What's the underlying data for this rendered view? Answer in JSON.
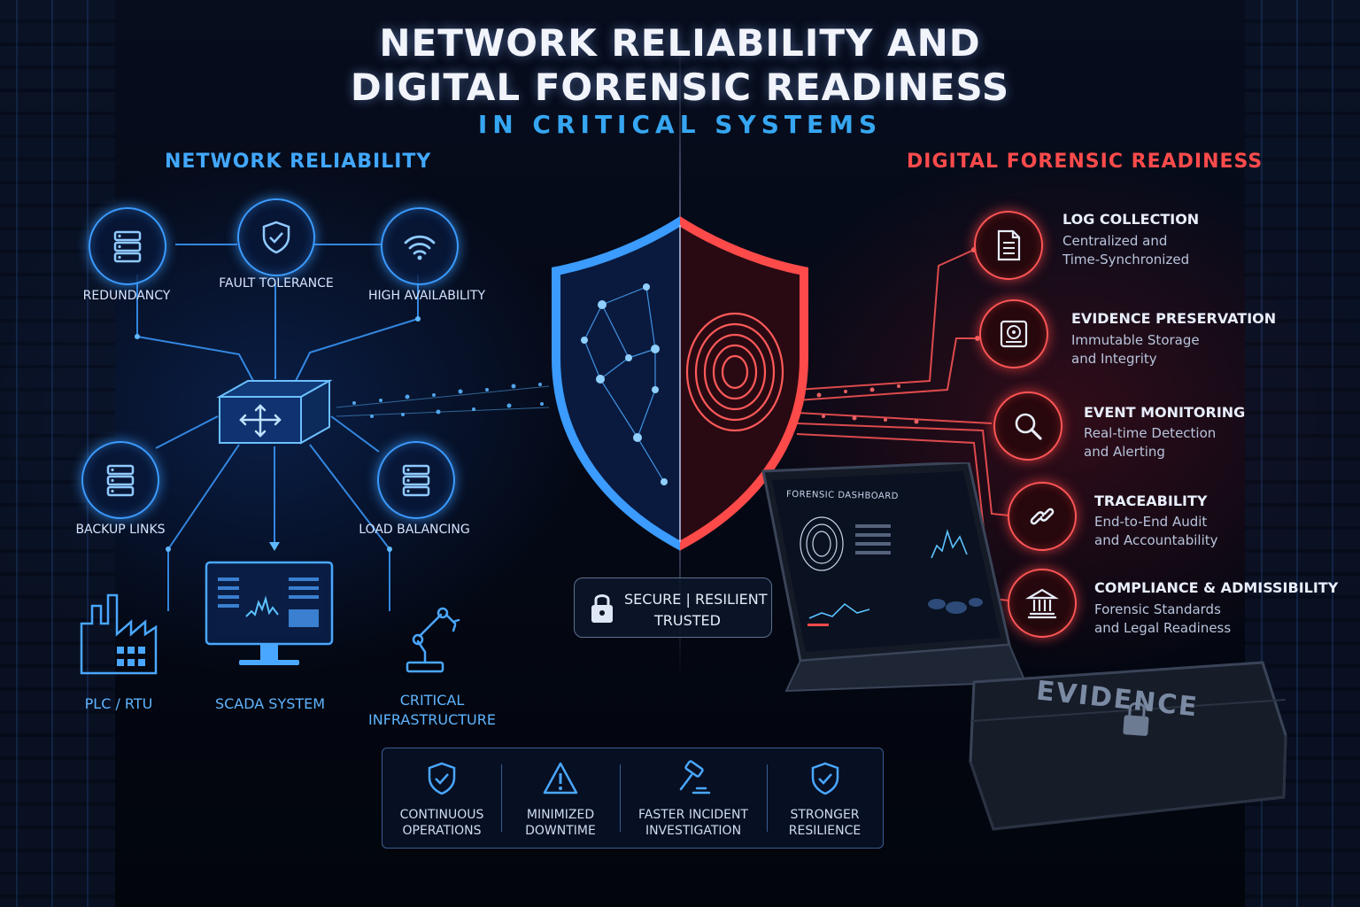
{
  "title": {
    "line1": "NETWORK RELIABILITY AND",
    "line2": "DIGITAL FORENSIC READINESS",
    "subtitle": "IN CRITICAL SYSTEMS"
  },
  "network_reliability": {
    "heading": "NETWORK RELIABILITY",
    "nodes": [
      {
        "label": "REDUNDANCY",
        "icon": "server-stack-icon"
      },
      {
        "label": "FAULT TOLERANCE",
        "icon": "shield-check-icon"
      },
      {
        "label": "HIGH AVAILABILITY",
        "icon": "wifi-icon"
      },
      {
        "label": "BACKUP LINKS",
        "icon": "server-stack-icon"
      },
      {
        "label": "LOAD BALANCING",
        "icon": "server-stack-icon"
      }
    ],
    "hub_icon": "network-switch-icon",
    "bottom_items": [
      {
        "label": "PLC / RTU",
        "icon": "factory-icon"
      },
      {
        "label": "SCADA SYSTEM",
        "icon": "monitor-icon"
      },
      {
        "label_line1": "CRITICAL",
        "label_line2": "INFRASTRUCTURE",
        "icon": "robotic-arm-icon"
      }
    ]
  },
  "center": {
    "shield_icon": "shield-network-fingerprint-icon",
    "badge_line1": "SECURE | RESILIENT",
    "badge_line2": "TRUSTED",
    "badge_icon": "padlock-icon"
  },
  "digital_forensic_readiness": {
    "heading": "DIGITAL FORENSIC READINESS",
    "items": [
      {
        "title": "LOG COLLECTION",
        "line1": "Centralized and",
        "line2": "Time-Synchronized",
        "icon": "document-icon"
      },
      {
        "title": "EVIDENCE PRESERVATION",
        "line1": "Immutable Storage",
        "line2": "and Integrity",
        "icon": "hard-drive-icon"
      },
      {
        "title": "EVENT MONITORING",
        "line1": "Real-time Detection",
        "line2": "and Alerting",
        "icon": "magnifier-icon"
      },
      {
        "title": "TRACEABILITY",
        "line1": "End-to-End Audit",
        "line2": "and Accountability",
        "icon": "chain-link-icon"
      },
      {
        "title": "COMPLIANCE & ADMISSIBILITY",
        "line1": "Forensic Standards",
        "line2": "and Legal Readiness",
        "icon": "courthouse-icon"
      }
    ],
    "laptop_title": "FORENSIC DASHBOARD",
    "evidence_label": "EVIDENCE"
  },
  "outcomes": [
    {
      "line1": "CONTINUOUS",
      "line2": "OPERATIONS",
      "icon": "shield-check-icon"
    },
    {
      "line1": "MINIMIZED",
      "line2": "DOWNTIME",
      "icon": "warning-icon"
    },
    {
      "line1": "FASTER INCIDENT",
      "line2": "INVESTIGATION",
      "icon": "gavel-icon"
    },
    {
      "line1": "STRONGER",
      "line2": "RESILIENCE",
      "icon": "shield-check-icon"
    }
  ],
  "colors": {
    "blue_accent": "#3b9bff",
    "red_accent": "#ff5656",
    "subtitle_blue": "#36a6f2",
    "background": "#050a16"
  }
}
